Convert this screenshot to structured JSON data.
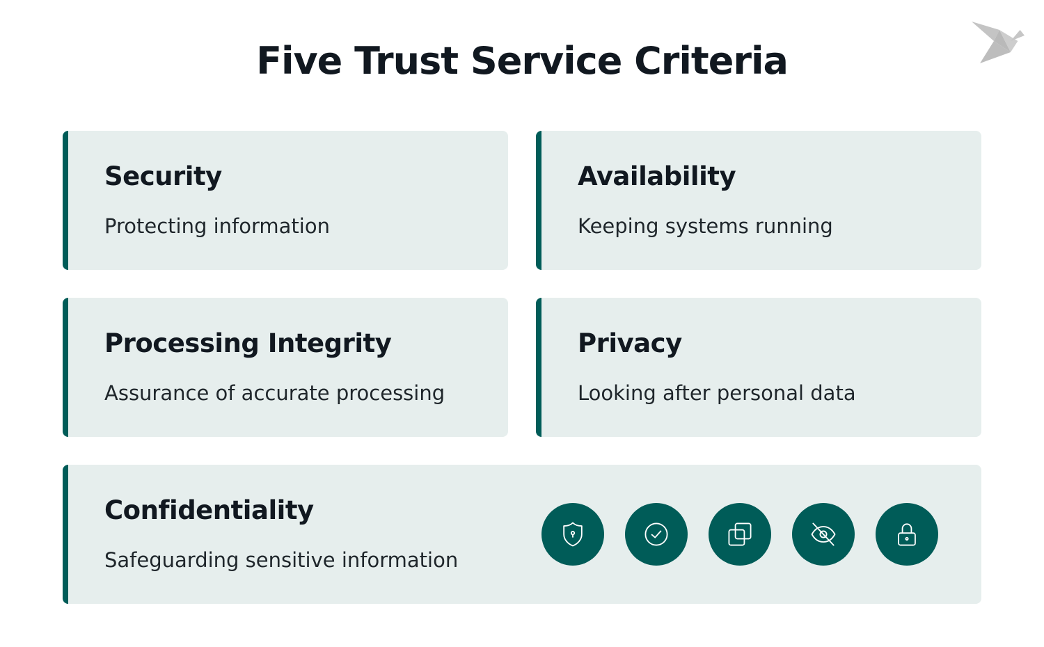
{
  "title": "Five Trust Service Criteria",
  "logo": "origami-bird-logo",
  "colors": {
    "accent": "#005c58",
    "card_bg": "#e6eeed",
    "text": "#111820"
  },
  "criteria": [
    {
      "title": "Security",
      "description": "Protecting information"
    },
    {
      "title": "Availability",
      "description": "Keeping systems running"
    },
    {
      "title": "Processing Integrity",
      "description": "Assurance of accurate processing"
    },
    {
      "title": "Privacy",
      "description": "Looking after personal data"
    },
    {
      "title": "Confidentiality",
      "description": "Safeguarding sensitive information"
    }
  ],
  "icons": [
    "shield-keyhole-icon",
    "check-circle-icon",
    "overlapping-squares-icon",
    "eye-off-icon",
    "padlock-icon"
  ]
}
